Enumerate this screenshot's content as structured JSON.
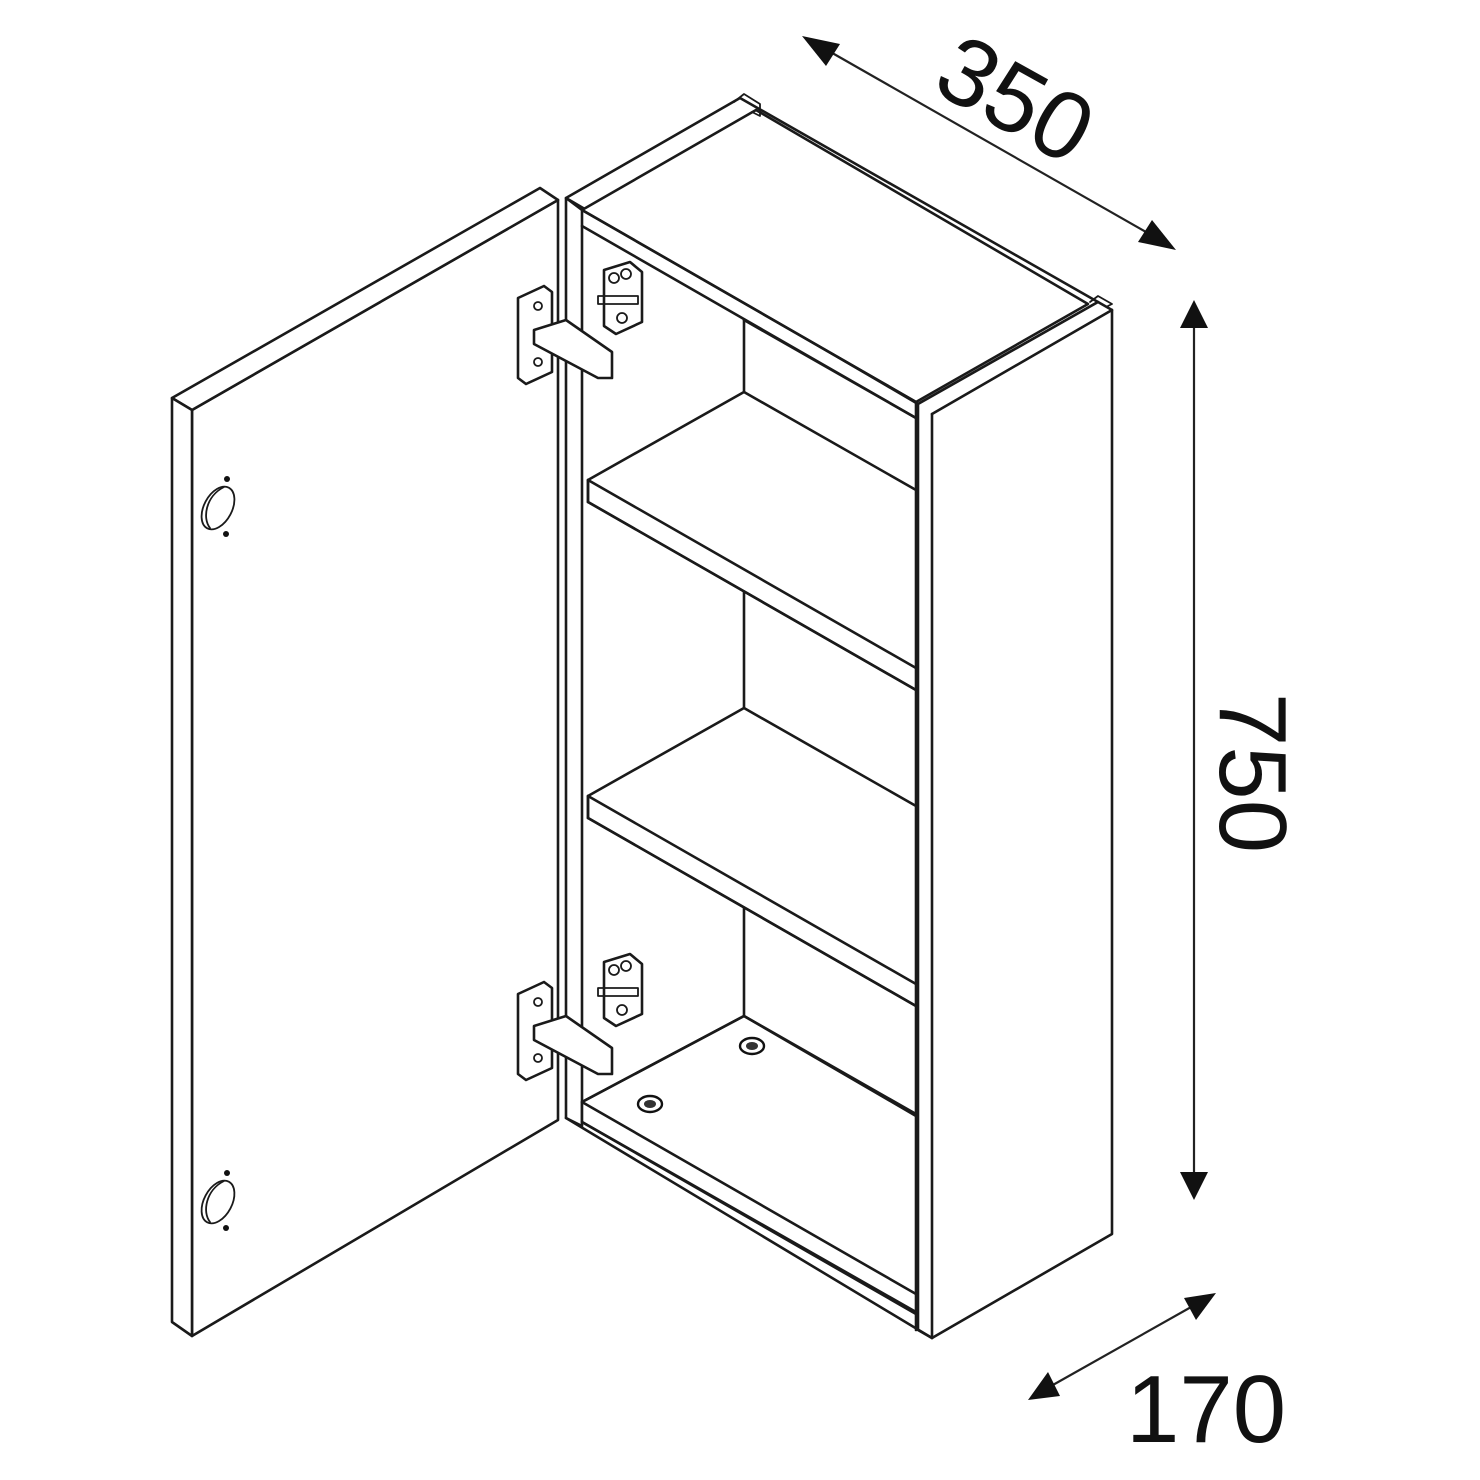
{
  "diagram": {
    "subject": "Wall cabinet with single open door and two shelves",
    "units": "mm",
    "line_color": "#1a1a1a",
    "background": "#ffffff"
  },
  "dimensions": {
    "depth_top": {
      "label": "350",
      "axis": "depth (top edge)"
    },
    "height": {
      "label": "750",
      "axis": "height (right side)"
    },
    "depth_bottom": {
      "label": "170",
      "axis": "width (bottom right)"
    }
  },
  "components": {
    "shelves": 2,
    "hinges": 2,
    "door_handles": 2,
    "mounting_holes": 2
  }
}
